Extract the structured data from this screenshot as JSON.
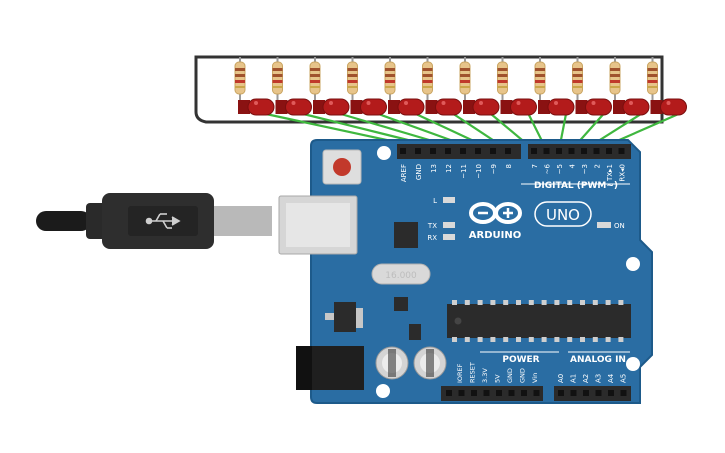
{
  "board": {
    "brand": "ARDUINO",
    "model": "UNO",
    "digital_label": "DIGITAL (PWM~)",
    "power_label": "POWER",
    "analog_label": "ANALOG IN",
    "on_label": "ON",
    "led_l": "L",
    "led_tx": "TX",
    "led_rx": "RX",
    "crystal_label": "16.000",
    "digital_pins": [
      "AREF",
      "GND",
      "13",
      "12",
      "~11",
      "~10",
      "~9",
      "8",
      "7",
      "~6",
      "~5",
      "4",
      "~3",
      "2",
      "TX▸1",
      "RX◂0"
    ],
    "power_pins": [
      "IOREF",
      "RESET",
      "3.3V",
      "5V",
      "GND",
      "GND",
      "Vin"
    ],
    "analog_pins": [
      "A0",
      "A1",
      "A2",
      "A3",
      "A4",
      "A5"
    ]
  },
  "circuit": {
    "led_count": 12,
    "resistor_count": 12
  },
  "colors": {
    "board": "#2a6da3",
    "board_edge": "#1d5a8a",
    "header": "#2b2b2b",
    "wire": "#3fb73f",
    "ground_wire": "#333333",
    "led": "#b31b1b",
    "resistor": "#e7c48a"
  }
}
